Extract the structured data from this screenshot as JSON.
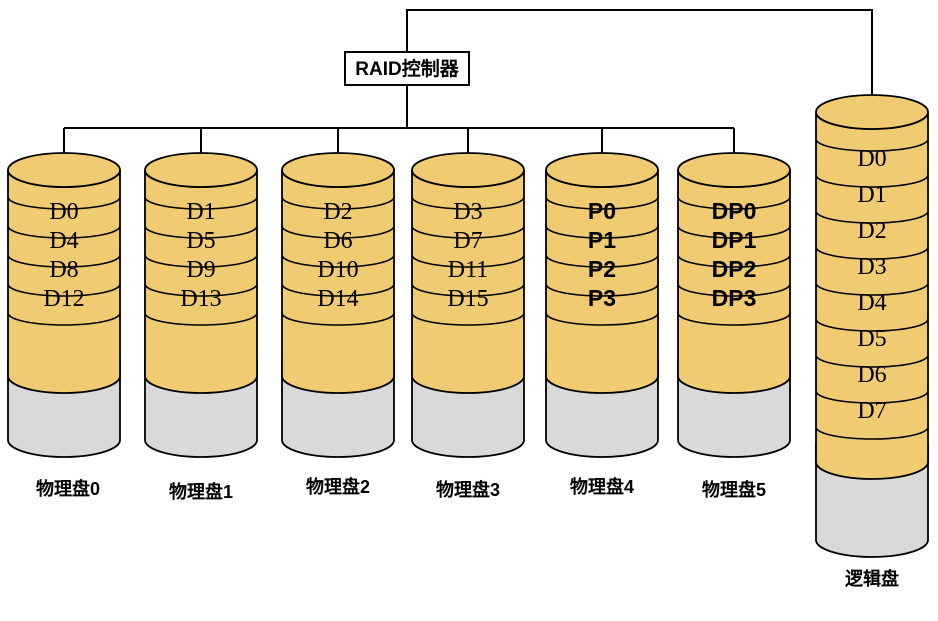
{
  "controller": {
    "label": "RAID控制器"
  },
  "colors": {
    "band": "#f0cb72",
    "base": "#d9d9d9",
    "outline": "#000000",
    "background": "#ffffff"
  },
  "physical_disks": [
    {
      "label": "物理盘0",
      "blocks": [
        "D0",
        "D4",
        "D8",
        "D12"
      ]
    },
    {
      "label": "物理盘1",
      "blocks": [
        "D1",
        "D5",
        "D9",
        "D13"
      ]
    },
    {
      "label": "物理盘2",
      "blocks": [
        "D2",
        "D6",
        "D10",
        "D14"
      ]
    },
    {
      "label": "物理盘3",
      "blocks": [
        "D3",
        "D7",
        "D11",
        "D15"
      ]
    },
    {
      "label": "物理盘4",
      "blocks": [
        "P0",
        "P1",
        "P2",
        "P3"
      ]
    },
    {
      "label": "物理盘5",
      "blocks": [
        "DP0",
        "DP1",
        "DP2",
        "DP3"
      ]
    }
  ],
  "logical_disk": {
    "label": "逻辑盘",
    "blocks": [
      "D0",
      "D1",
      "D2",
      "D3",
      "D4",
      "D5",
      "D6",
      "D7"
    ]
  }
}
